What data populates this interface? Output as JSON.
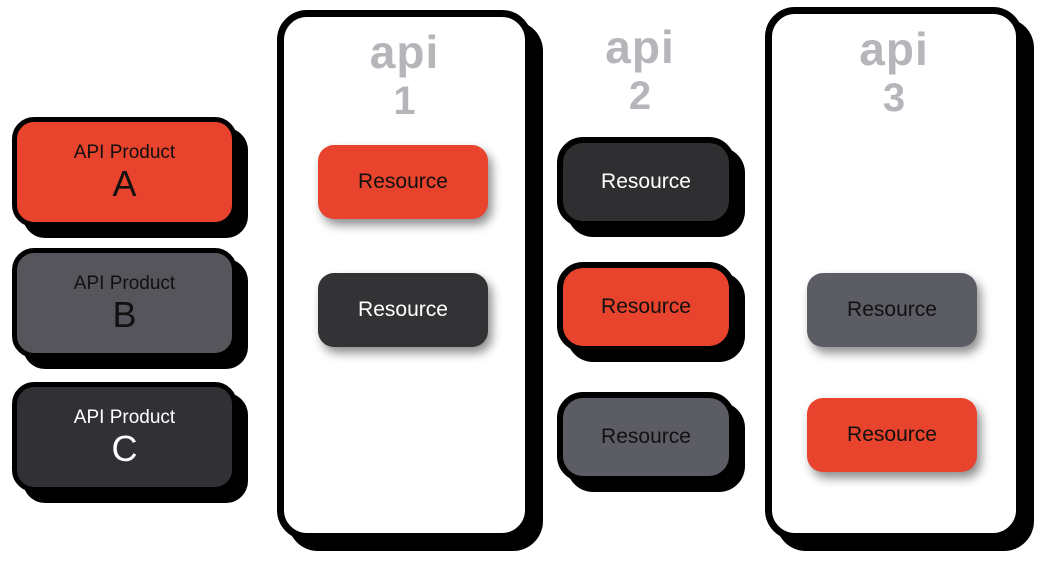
{
  "palette": {
    "red": "#e8432c",
    "mid_gray": "#55555b",
    "dark_gray": "#313034",
    "label_gray": "#b4b6ba",
    "black": "#111111",
    "white": "#ffffff"
  },
  "products": [
    {
      "name": "API Product",
      "letter": "A",
      "fill": "#e8432c",
      "text": "#111111"
    },
    {
      "name": "API Product",
      "letter": "B",
      "fill": "#55555b",
      "text": "#111111"
    },
    {
      "name": "API Product",
      "letter": "C",
      "fill": "#313034",
      "text": "#ffffff"
    }
  ],
  "apis": [
    {
      "word": "api",
      "number": "1",
      "resources": [
        {
          "label": "Resource",
          "fill": "#e8432c",
          "text": "#111111"
        },
        {
          "label": "Resource",
          "fill": "#333336",
          "text": "#ffffff"
        }
      ]
    },
    {
      "word": "api",
      "number": "2",
      "resources": [
        {
          "label": "Resource",
          "fill": "#2f2f31",
          "text": "#ffffff"
        },
        {
          "label": "Resource",
          "fill": "#e8432c",
          "text": "#111111"
        },
        {
          "label": "Resource",
          "fill": "#5c5c64",
          "text": "#111111"
        }
      ]
    },
    {
      "word": "api",
      "number": "3",
      "resources": [
        {
          "label": "Resource",
          "fill": "#5c5c64",
          "text": "#111111"
        },
        {
          "label": "Resource",
          "fill": "#e8432c",
          "text": "#111111"
        }
      ]
    }
  ]
}
